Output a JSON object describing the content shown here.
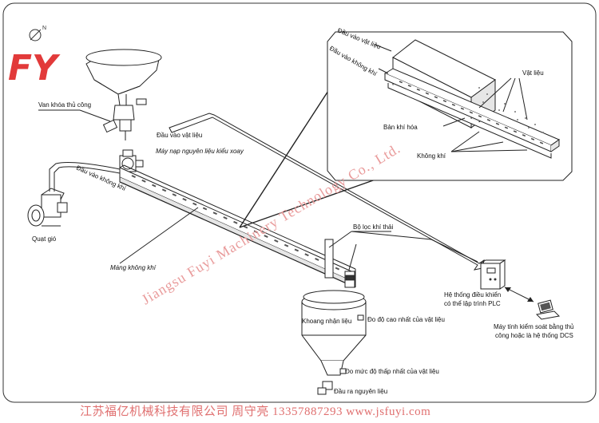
{
  "logo": {
    "text": "FY"
  },
  "labels": {
    "manual_valve": "Van khóa thủ công",
    "material_inlet_top": "Đầu vào vật liệu",
    "rotary_feeder": "Máy nạp nguyên liệu kiểu xoay",
    "air_inlet_left": "Đầu vào không khí",
    "fan": "Quạt gió",
    "air_slide": "Máng không khí",
    "exhaust_filter": "Bộ lọc khí thải",
    "receiving_bin": "Khoang nhận liệu",
    "high_level": "Đo độ cao nhất của vật liệu",
    "low_level": "Đo mức độ thấp nhất của vật liệu",
    "material_outlet": "Đầu ra nguyên liệu",
    "plc_line1": "Hệ thống điều khiển",
    "plc_line2": "có thể lập trình PLC",
    "pc_line1": "Máy tính kiểm soát bằng thủ",
    "pc_line2": "công hoặc là hệ thống DCS"
  },
  "detail": {
    "material_inlet": "Đầu vào vật liệu",
    "air_inlet": "Đầu vào không khí",
    "material": "Vật liệu",
    "fluidizing_plate": "Bản khí hóa",
    "air": "Không khí"
  },
  "watermark": "Jiangsu Fuyi Machinery Technology Co., Ltd.",
  "footer": "江苏福亿机械科技有限公司  周守亮  13357887293  www.jsfuyi.com"
}
